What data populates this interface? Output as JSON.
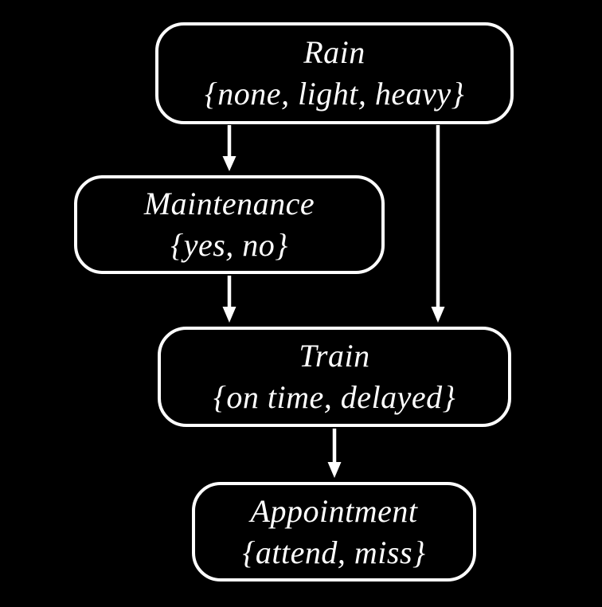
{
  "diagram": {
    "type": "bayesian-network",
    "background_color": "#000000",
    "node_border_color": "#ffffff",
    "text_color": "#ffffff",
    "nodes": [
      {
        "id": "rain",
        "label": "Rain",
        "values": "{none, light, heavy}"
      },
      {
        "id": "maintenance",
        "label": "Maintenance",
        "values": "{yes, no}"
      },
      {
        "id": "train",
        "label": "Train",
        "values": "{on time, delayed}"
      },
      {
        "id": "appointment",
        "label": "Appointment",
        "values": "{attend, miss}"
      }
    ],
    "edges": [
      {
        "from": "Rain",
        "to": "Maintenance"
      },
      {
        "from": "Rain",
        "to": "Train"
      },
      {
        "from": "Maintenance",
        "to": "Train"
      },
      {
        "from": "Train",
        "to": "Appointment"
      }
    ]
  }
}
